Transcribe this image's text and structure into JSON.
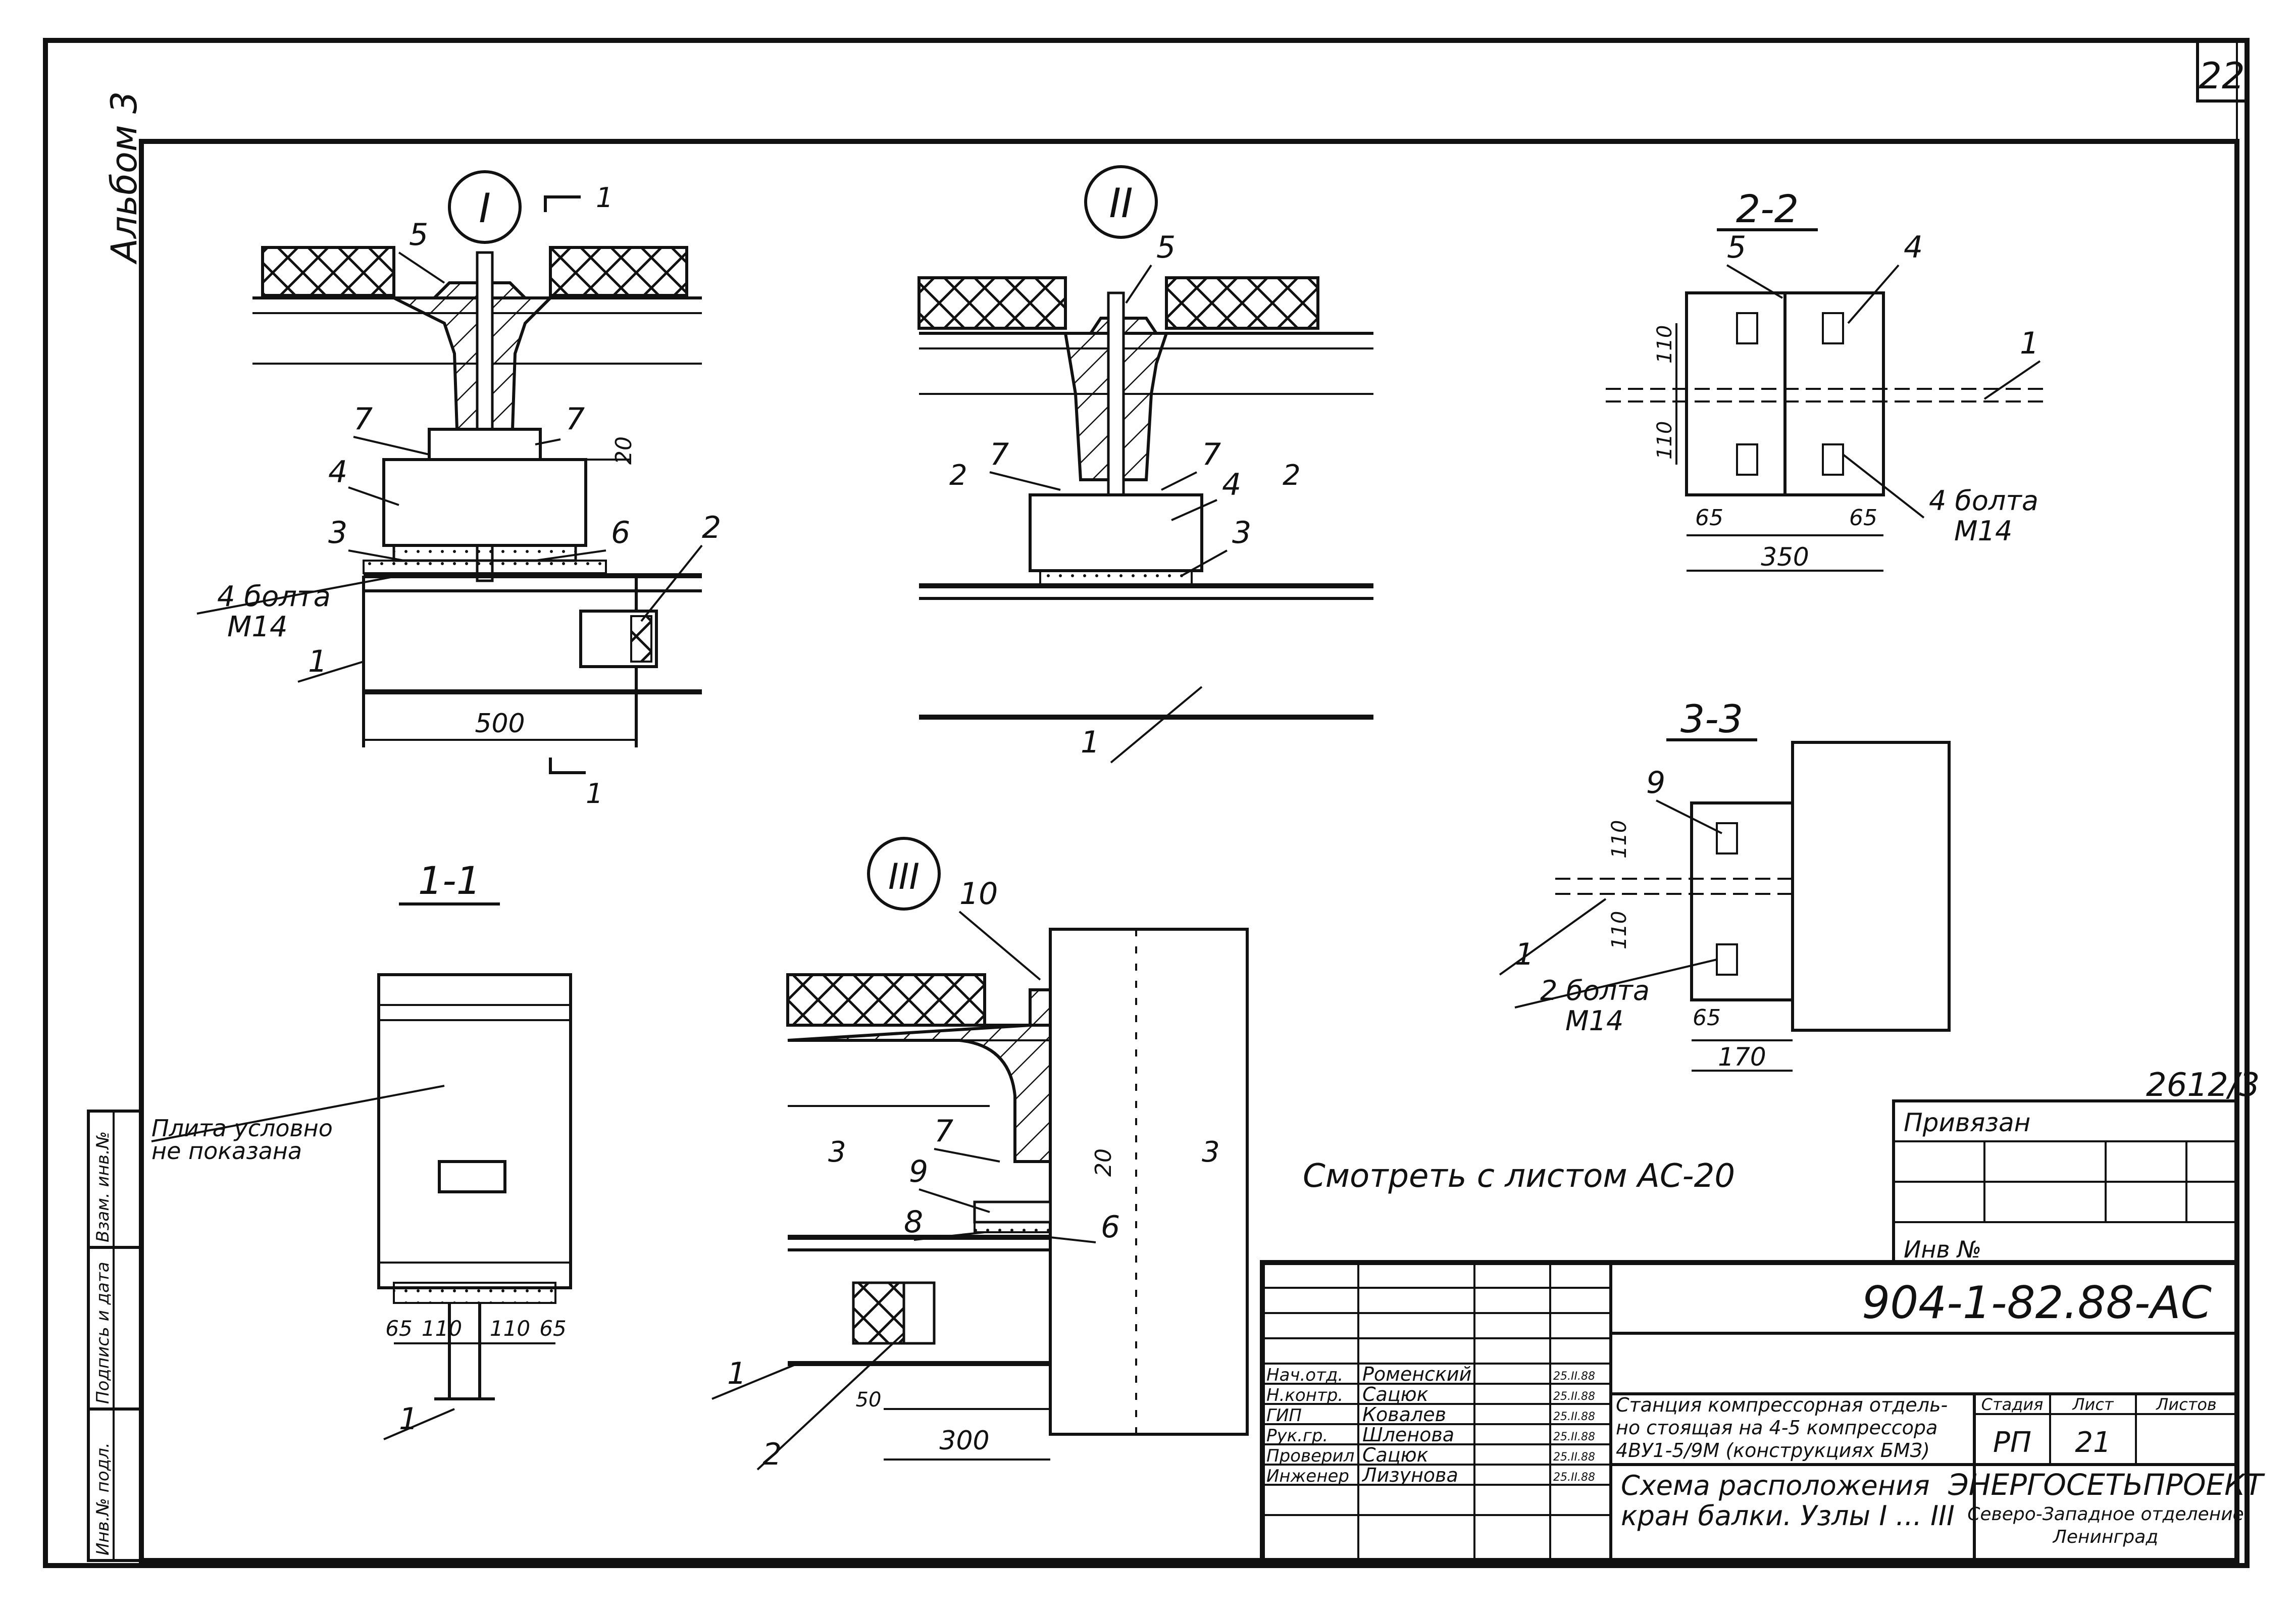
{
  "sheet": {
    "number": "22",
    "album": "Альбом 3",
    "privyazan_code": "2612/3",
    "privyazan_label": "Привязан",
    "inv_no_label": "Инв №",
    "note": "Смотреть с листом АС-20"
  },
  "side_stamp": {
    "cells": [
      "Инв.№ подл.",
      "Подпись и дата",
      "Взам. инв.№"
    ]
  },
  "node_I": {
    "id": "I",
    "labels": [
      "5",
      "7",
      "7",
      "20",
      "4",
      "3",
      "6",
      "2",
      "1"
    ],
    "bolts_line1": "4 болта",
    "bolts_line2": "М14",
    "dim_width": "500",
    "section_mark": "1"
  },
  "node_II": {
    "id": "II",
    "labels": [
      "5",
      "2",
      "7",
      "7",
      "4",
      "2",
      "3",
      "1"
    ]
  },
  "node_III": {
    "id": "III",
    "labels": [
      "10",
      "3",
      "7",
      "20",
      "3",
      "9",
      "8",
      "6",
      "1",
      "2",
      "50"
    ],
    "dim_width": "300"
  },
  "section_1_1": {
    "title": "1-1",
    "note_line1": "Плита условно",
    "note_line2": "не показана",
    "dims": [
      "65",
      "110",
      "110",
      "65"
    ],
    "label": "1"
  },
  "section_2_2": {
    "title": "2-2",
    "labels": [
      "5",
      "4",
      "1"
    ],
    "dims_v": [
      "110",
      "110"
    ],
    "dims_h": [
      "65",
      "65"
    ],
    "dim_total": "350",
    "bolts_line1": "4 болта",
    "bolts_line2": "М14"
  },
  "section_3_3": {
    "title": "3-3",
    "labels": [
      "9",
      "1"
    ],
    "dims_v": [
      "110",
      "110"
    ],
    "dim_h": "65",
    "dim_total": "170",
    "bolts_line1": "2 болта",
    "bolts_line2": "М14"
  },
  "title_block": {
    "doc_code": "904-1-82.88-АС",
    "project_title_line1": "Станция компрессорная отдель-",
    "project_title_line2": "но стоящая на 4-5 компрессора",
    "project_title_line3": "4ВУ1-5/9М (конструкциях БМЗ)",
    "sheet_title_line1": "Схема расположения",
    "sheet_title_line2": "кран балки. Узлы I ... III",
    "stage_label": "Стадия",
    "sheet_label": "Лист",
    "sheets_label": "Листов",
    "stage_value": "РП",
    "sheet_value": "21",
    "org_line1": "ЭНЕРГОСЕТЬПРОЕКТ",
    "org_line2": "Северо-Западное отделение",
    "org_line3": "Ленинград",
    "people": [
      {
        "role": "Нач.отд.",
        "name": "Роменский",
        "date": "25.II.88"
      },
      {
        "role": "Н.контр.",
        "name": "Сацюк",
        "date": "25.II.88"
      },
      {
        "role": "ГИП",
        "name": "Ковалев",
        "date": "25.II.88"
      },
      {
        "role": "Рук.гр.",
        "name": "Шленова",
        "date": "25.II.88"
      },
      {
        "role": "Проверил",
        "name": "Сацюк",
        "date": "25.II.88"
      },
      {
        "role": "Инженер",
        "name": "Лизунова",
        "date": "25.II.88"
      }
    ]
  }
}
